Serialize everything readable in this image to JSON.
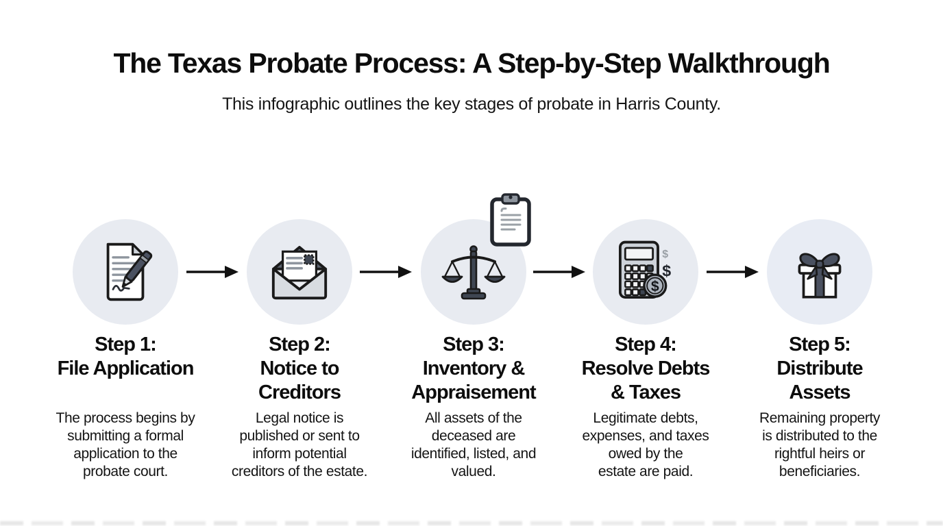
{
  "header": {
    "title": "The Texas Probate Process: A Step-by-Step Walkthrough",
    "subtitle": "This infographic outlines the key stages of probate in Harris County."
  },
  "steps": [
    {
      "icon": "signed-document-pen-icon",
      "title": "Step 1: File Application",
      "title_lines": [
        "Step 1:",
        "File Application"
      ],
      "description": "The process begins by submitting a formal application to the probate court.",
      "description_lines": [
        "The process begins by",
        "submitting a formal",
        "application to the",
        "probate court."
      ]
    },
    {
      "icon": "open-envelope-letter-icon",
      "title": "Step 2: Notice to Creditors",
      "title_lines": [
        "Step 2:",
        "Notice to",
        "Creditors"
      ],
      "description": "Legal notice is published or sent to inform potential creditors of the estate.",
      "description_lines": [
        "Legal notice is",
        "published or sent to",
        "inform potential",
        "creditors of the estate."
      ]
    },
    {
      "icon": "justice-scales-clipboard-icon",
      "title": "Step 3: Inventory & Appraisement",
      "title_lines": [
        "Step 3:",
        "Inventory &",
        "Appraisement"
      ],
      "description": "All assets of the deceased are identified, listed, and valued.",
      "description_lines": [
        "All assets of the",
        "deceased are",
        "identified, listed, and",
        "valued."
      ]
    },
    {
      "icon": "calculator-money-icon",
      "title": "Step 4: Resolve Debts & Taxes",
      "title_lines": [
        "Step 4:",
        "Resolve Debts",
        "& Taxes"
      ],
      "description": "Legitimate debts, expenses, and taxes owed by the estate are paid.",
      "description_lines": [
        "Legitimate debts,",
        "expenses, and taxes",
        "owed by the",
        "estate are paid."
      ]
    },
    {
      "icon": "gift-box-icon",
      "title": "Step 5: Distribute Assets",
      "title_lines": [
        "Step 5:",
        "Distribute",
        "Assets"
      ],
      "description": "Remaining property is distributed to the rightful heirs or beneficiaries.",
      "description_lines": [
        "Remaining property",
        "is distributed to the",
        "rightful heirs or",
        "beneficiaries."
      ]
    }
  ],
  "colors": {
    "background": "#ffffff",
    "text": "#111111",
    "circle_fill": "#e8ebf1",
    "icon_outline": "#1a1a1a",
    "icon_dark_slate": "#4a5160",
    "icon_light_gray": "#d8dce1",
    "icon_mid_gray": "#9aa0a6",
    "arrow": "#111111"
  }
}
